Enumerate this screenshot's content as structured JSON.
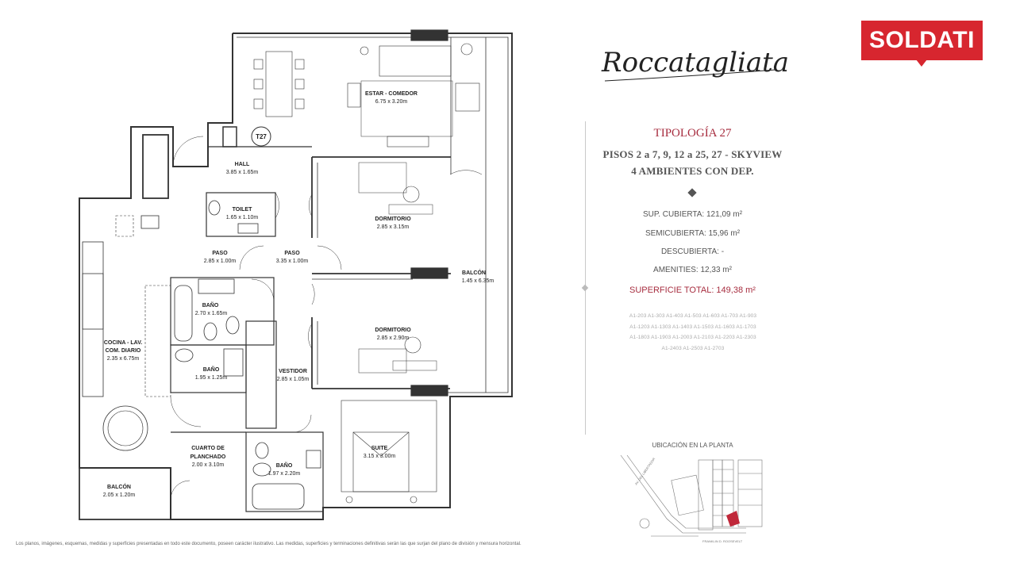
{
  "brand": {
    "logo_text": "SOLDATI",
    "color": "#d7262f"
  },
  "project": {
    "script_name": "Roccatagliata"
  },
  "typology": {
    "title": "TIPOLOGÍA 27",
    "floors": "PISOS 2 a 7, 9, 12 a 25, 27 - SKYVIEW",
    "rooms": "4 AMBIENTES CON DEP.",
    "accent_color": "#a72d3f"
  },
  "areas": {
    "cubierta": "SUP. CUBIERTA:  121,09  m²",
    "semicubierta": "SEMICUBIERTA:  15,96  m²",
    "descubierta": "DESCUBIERTA: -",
    "amenities": "AMENITIES:  12,33 m²",
    "total": "SUPERFICIE TOTAL:  149,38  m²"
  },
  "units": {
    "line1": "A1-203  A1-303  A1-403  A1-503  A1-603  A1-703  A1-903",
    "line2": "A1-1203  A1-1303  A1-1403  A1-1503  A1-1603  A1-1703",
    "line3": "A1-1803  A1-1903  A1-2003  A1-2103  A1-2203  A1-2303",
    "line4": "A1-2403  A1-2503  A1-2703"
  },
  "location_map": {
    "title": "UBICACIÓN EN LA PLANTA",
    "street_bottom": "FRANKLIN D. ROOSEVELT",
    "street_side": "AV. DEL LIBERTADOR",
    "highlight_color": "#c0283a"
  },
  "plan": {
    "unit_tag": "T27",
    "rooms": [
      {
        "name": "ESTAR - COMEDOR",
        "dims": "6.75 x 3.20m"
      },
      {
        "name": "HALL",
        "dims": "3.85 x 1.65m"
      },
      {
        "name": "TOILET",
        "dims": "1.65 x 1.10m"
      },
      {
        "name": "DORMITORIO",
        "dims": "2.85 x 3.15m"
      },
      {
        "name": "PASO",
        "dims": "2.85 x 1.00m"
      },
      {
        "name": "PASO",
        "dims": "3.35 x 1.00m"
      },
      {
        "name": "BALCÓN",
        "dims": "1.45 x 6.35m"
      },
      {
        "name": "BAÑO",
        "dims": "2.70 x 1.65m"
      },
      {
        "name": "COCINA - LAV.",
        "name2": "COM. DIARIO",
        "dims": "2.35 x 6.75m"
      },
      {
        "name": "DORMITORIO",
        "dims": "2.85 x 2.90m"
      },
      {
        "name": "BAÑO",
        "dims": "1.95 x 1.25m"
      },
      {
        "name": "VESTIDOR",
        "dims": "2.85 x 1.05m"
      },
      {
        "name": "SUITE",
        "dims": "3.15 x 3.00m"
      },
      {
        "name": "CUARTO DE",
        "name2": "PLANCHADO",
        "dims": "2.00 x 3.10m"
      },
      {
        "name": "BAÑO",
        "dims": "1.97 x 2.20m"
      },
      {
        "name": "BALCÓN",
        "dims": "2.05 x 1.20m"
      }
    ]
  },
  "disclaimer": "Los planos, imágenes, esquemas, medidas y superficies presentadas en todo este documento, poseen carácter ilustrativo.  Las medidas, superficies y terminaciones definitivas serán las que surjan del plano de división y mensura horizontal."
}
